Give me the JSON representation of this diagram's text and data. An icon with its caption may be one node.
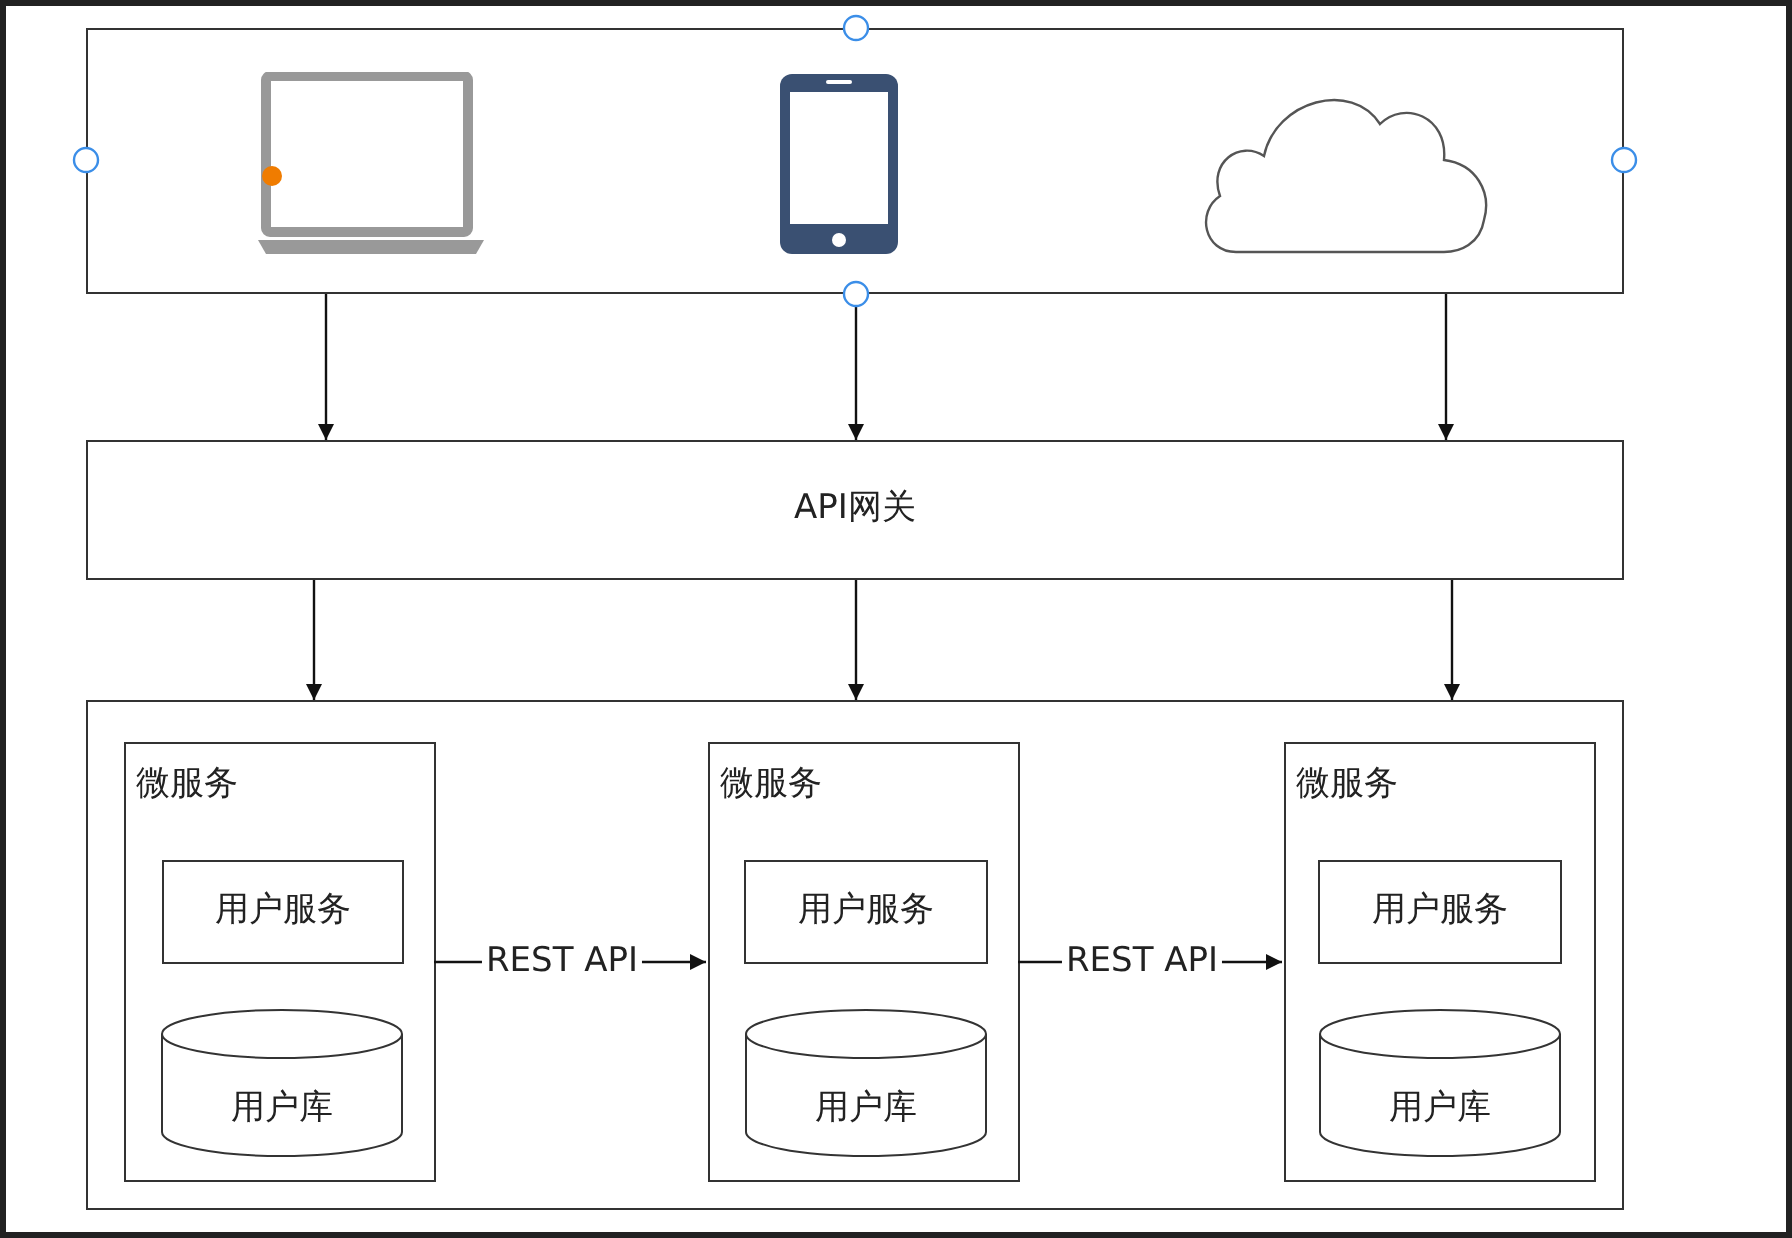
{
  "diagram": {
    "nodes": [
      {
        "text": [],
        "shape": "box"
      },
      {
        "text": [],
        "shape": "laptop",
        "in": 0
      },
      {
        "text": [],
        "shape": "phone",
        "in": 0
      },
      {
        "text": [],
        "shape": "cloud",
        "in": 0
      },
      {
        "text": [
          "API网关"
        ]
      },
      {
        "text": [],
        "shape": "box"
      },
      {
        "text": [
          "微服务"
        ],
        "in": 5
      },
      {
        "text": [
          "用户服务"
        ],
        "in": 6
      },
      {
        "text": [
          "用户库"
        ],
        "in": 6
      },
      {
        "text": [
          "微服务"
        ],
        "in": 5
      },
      {
        "text": [
          "用户服务"
        ],
        "in": 9
      },
      {
        "text": [
          "用户库"
        ],
        "in": 9
      },
      {
        "text": [
          "微服务"
        ],
        "in": 5
      },
      {
        "text": [
          "用户服务"
        ],
        "in": 12
      },
      {
        "text": [
          "用户库"
        ],
        "in": 12
      }
    ],
    "edges": [
      {
        "from": 0,
        "to": 4,
        "arrow": "to"
      },
      {
        "from": 0,
        "to": 4,
        "arrow": "to"
      },
      {
        "from": 0,
        "to": 4,
        "arrow": "to"
      },
      {
        "from": 4,
        "to": 5,
        "arrow": "to"
      },
      {
        "from": 4,
        "to": 5,
        "arrow": "to"
      },
      {
        "from": 4,
        "to": 5,
        "arrow": "to"
      },
      {
        "from": 6,
        "to": 9,
        "label": "REST API",
        "arrow": "to"
      },
      {
        "from": 9,
        "to": 12,
        "label": "REST API",
        "arrow": "to"
      }
    ]
  }
}
